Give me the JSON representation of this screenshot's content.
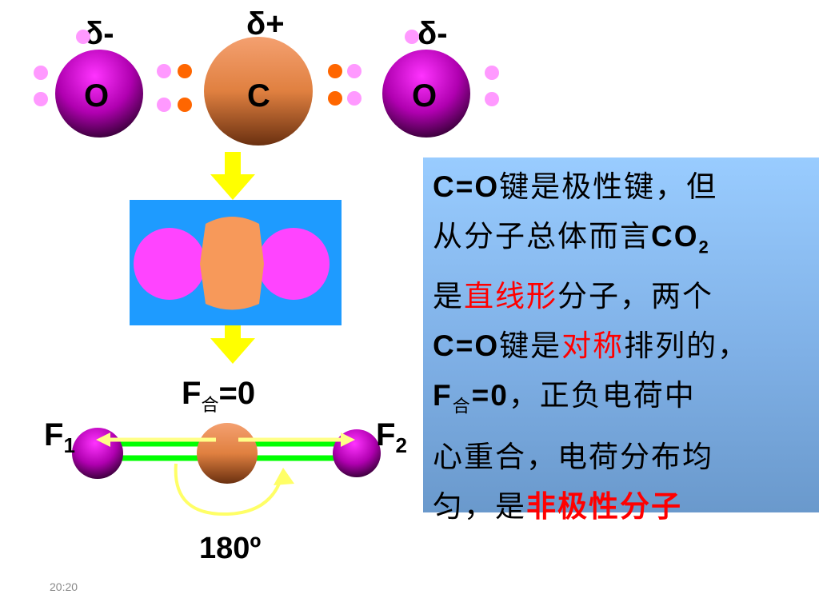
{
  "molecule": {
    "left_charge": "δ-",
    "center_charge": "δ+",
    "right_charge": "δ-",
    "left_atom": "O",
    "center_atom": "C",
    "right_atom": "O"
  },
  "forces": {
    "resultant_F": "F",
    "resultant_sub": "合",
    "resultant_eq": "=0",
    "f1": "F",
    "f1_sub": "1",
    "f2": "F",
    "f2_sub": "2",
    "angle": "180º"
  },
  "info": {
    "l1a": "C=O",
    "l1b": "键是极性键，但",
    "l2a": "从分子总体而言",
    "l2b": "CO",
    "l2c": "2",
    "l3a": "是",
    "l3b": "直线形",
    "l3c": "分子，两个",
    "l4a": "C=O",
    "l4b": "键是",
    "l4c": "对称",
    "l4d": "排列的，",
    "l5a": "F",
    "l5b": "合",
    "l5c": "=0",
    "l5d": "，正负电荷中",
    "l6": "心重合，电荷分布均",
    "l7a": "匀，是",
    "l7b": "非极性分子"
  },
  "timestamp": "20:20",
  "colors": {
    "oxygen": "#b000b0",
    "carbon": "#e08040",
    "lone_pair": "#ff99ff",
    "bond_electron": "#ff6600",
    "arrow": "#ffff00",
    "bond_line": "#00ff00",
    "model_bg": "#1e9bff",
    "highlight": "#ff0000"
  }
}
